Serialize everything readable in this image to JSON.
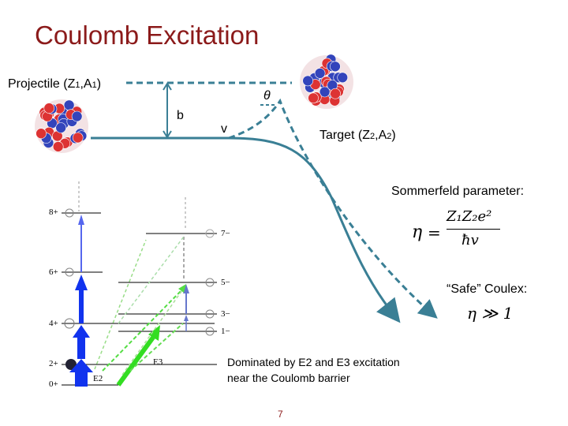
{
  "slide": {
    "title": "Coulomb Excitation",
    "page_number": "7"
  },
  "scattering": {
    "projectile_text": "Projectile (Z",
    "projectile_sub1": "1",
    "projectile_mid": ",A",
    "projectile_sub2": "1",
    "projectile_end": ")",
    "target_text": "Target (Z",
    "target_sub1": "2",
    "target_mid": ",A",
    "target_sub2": "2",
    "target_end": ")",
    "impact_parameter": "b",
    "velocity": "v",
    "angle": "θ"
  },
  "sommerfeld": {
    "label": "Sommerfeld parameter:",
    "eta": "η",
    "equals": "=",
    "numerator": "Z₁Z₂e²",
    "denominator": "ħv",
    "safe_label": "“Safe” Coulex:",
    "condition": "η ≫ 1"
  },
  "level_scheme": {
    "left_levels": [
      "8+",
      "6+",
      "4+",
      "2+",
      "0+"
    ],
    "right_levels": [
      "7−",
      "5−",
      "3−",
      "1−"
    ],
    "e2_label": "E2",
    "e3_label": "E3"
  },
  "note": {
    "line1": "Dominated by E2 and E3 excitation",
    "line2": "near the Coulomb barrier"
  },
  "colors": {
    "title": "#8b1a1a",
    "trajectory": "#3a7f95",
    "e2_arrow": "#1133ee",
    "e3_arrow": "#33dd22",
    "proton": "#dd3333",
    "neutron": "#3344bb"
  }
}
